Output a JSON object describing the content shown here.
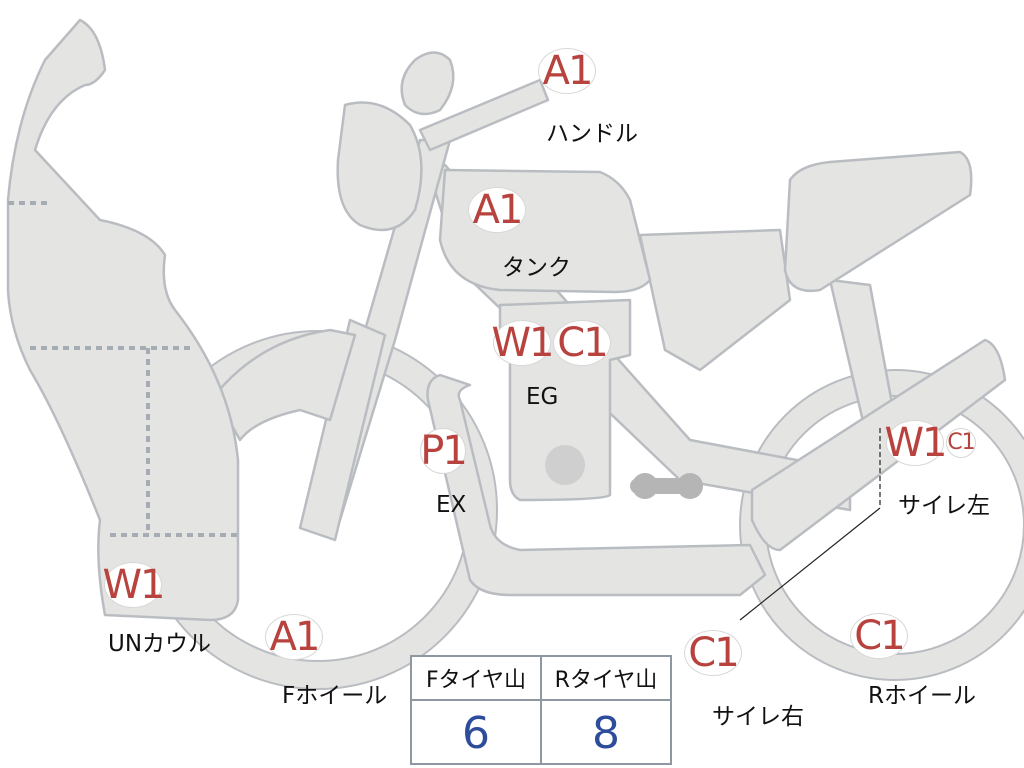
{
  "colors": {
    "body_fill": "#e4e4e2",
    "body_stroke": "#b9bdc2",
    "badge_text": "#b8433e",
    "value_text": "#2d4c9b",
    "table_border": "#8f98a2"
  },
  "callouts": {
    "handle": {
      "badges": [
        "A1"
      ],
      "label": "ハンドル"
    },
    "tank": {
      "badges": [
        "A1"
      ],
      "label": "タンク"
    },
    "engine": {
      "badges": [
        "W1",
        "C1"
      ],
      "label": "EG"
    },
    "exhaust": {
      "badges": [
        "P1"
      ],
      "label": "EX"
    },
    "under_cowl": {
      "badges": [
        "W1"
      ],
      "label": "UNカウル"
    },
    "front_wheel": {
      "badges": [
        "A1"
      ],
      "label": "Fホイール"
    },
    "muffler_left": {
      "badges": [
        "W1",
        "C1"
      ],
      "label": "サイレ左"
    },
    "muffler_right": {
      "badges": [
        "C1"
      ],
      "label": "サイレ右"
    },
    "rear_wheel": {
      "badges": [
        "C1"
      ],
      "label": "Rホイール"
    }
  },
  "tire_table": {
    "headers": [
      "Fタイヤ山",
      "Rタイヤ山"
    ],
    "values": [
      "6",
      "8"
    ]
  }
}
